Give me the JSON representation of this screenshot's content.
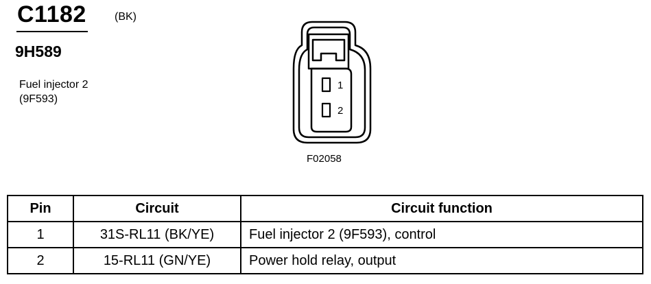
{
  "header": {
    "connector_id": "C1182",
    "connector_color": "(BK)",
    "part_number": "9H589",
    "component_name": "Fuel injector 2",
    "component_code": "(9F593)"
  },
  "diagram": {
    "figure_id": "F02058",
    "pin_labels": [
      "1",
      "2"
    ]
  },
  "table": {
    "headers": [
      "Pin",
      "Circuit",
      "Circuit function"
    ],
    "rows": [
      {
        "pin": "1",
        "circuit": "31S-RL11 (BK/YE)",
        "function": "Fuel injector 2 (9F593), control"
      },
      {
        "pin": "2",
        "circuit": "15-RL11 (GN/YE)",
        "function": "Power hold relay, output"
      }
    ]
  }
}
